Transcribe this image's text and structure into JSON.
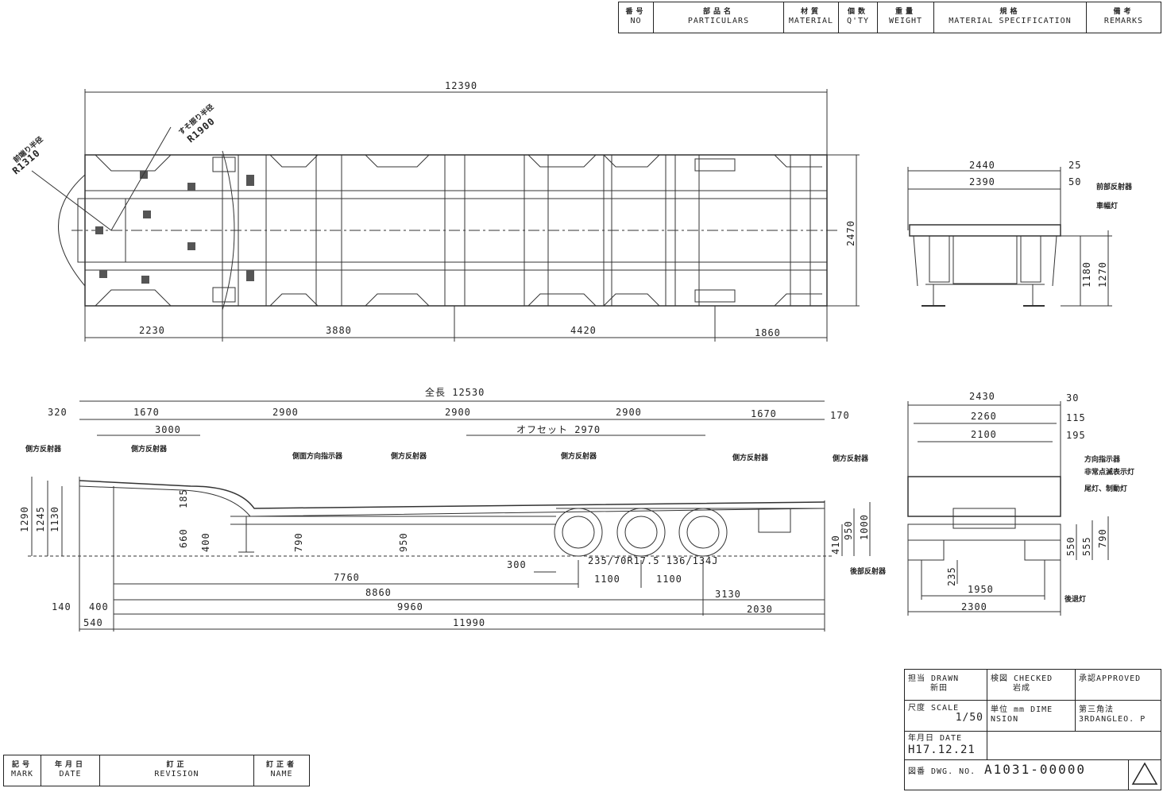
{
  "parts_header": {
    "no": {
      "jp": "番号",
      "en": "NO"
    },
    "particulars": {
      "jp": "部品名",
      "en": "PARTICULARS"
    },
    "material": {
      "jp": "材質",
      "en": "MATERIAL"
    },
    "qty": {
      "jp": "個数",
      "en": "Q'TY"
    },
    "weight": {
      "jp": "重量",
      "en": "WEIGHT"
    },
    "spec": {
      "jp": "規格",
      "en": "MATERIAL SPECIFICATION"
    },
    "remarks": {
      "jp": "備考",
      "en": "REMARKS"
    }
  },
  "top_view": {
    "overall_length": "12390",
    "width": "2470",
    "radius_front_label": "前端り半径",
    "radius_front": "R1310",
    "radius_kingpin_label": "すそ振り半径",
    "radius_kingpin": "R1900",
    "bottom_dims": [
      "2230",
      "3880",
      "4420",
      "1860"
    ]
  },
  "rear_view_top": {
    "w1": "2440",
    "w2": "2390",
    "r1": "25",
    "r2": "50",
    "h1": "1180",
    "h2": "1270",
    "labels": [
      "前部反射器",
      "車幅灯"
    ]
  },
  "side_view": {
    "overall": "全長 12530",
    "top_dims": [
      "320",
      "1670",
      "2900",
      "2900",
      "2900",
      "1670",
      "170"
    ],
    "dim_3000": "3000",
    "offset": "オフセット 2970",
    "labels": [
      "側方反射器",
      "側方反射器",
      "側面方向指示器",
      "側方反射器",
      "側方反射器",
      "側方反射器",
      "側方反射器"
    ],
    "heights_left": [
      "1290",
      "1245",
      "1130"
    ],
    "heights_mid": [
      "185",
      "660",
      "400",
      "790",
      "950"
    ],
    "heights_right": [
      "410",
      "950",
      "1000"
    ],
    "tire": "235/70R17.5 136/134J",
    "bottom": {
      "d300": "300",
      "d1100a": "1100",
      "d1100b": "1100",
      "d7760": "7760",
      "d8860": "8860",
      "d3130": "3130",
      "d140": "140",
      "d400": "400",
      "d9960": "9960",
      "d2030": "2030",
      "d540": "540",
      "d11990": "11990"
    }
  },
  "rear_view_bottom": {
    "w1": "2430",
    "w2": "2260",
    "w3": "2100",
    "r1": "30",
    "r2": "115",
    "r3": "195",
    "h_right": [
      "550",
      "555",
      "790"
    ],
    "h_left": "235",
    "w_bottom1": "1950",
    "w_bottom2": "2300",
    "labels": [
      "方向指示器",
      "非常点滅表示灯",
      "尾灯、制動灯",
      "後部反射器",
      "後退灯"
    ]
  },
  "title_block": {
    "drawn_label": "担当 DRAWN",
    "drawn_name": "新田",
    "checked_label": "検図 CHECKED",
    "checked_name": "岩成",
    "approved_label": "承認APPROVED",
    "scale_label": "尺度 SCALE",
    "scale_value": "1/50",
    "dim_label": "単位 mm DIME NSION",
    "angle_label": "第三角法 3RDANGLEO. P",
    "date_label": "年月日 DATE",
    "date_value": "H17.12.21",
    "dwg_label": "図番 DWG. NO.",
    "dwg_no": "A1031-00000"
  },
  "revision_block": {
    "mark": {
      "jp": "記号",
      "en": "MARK"
    },
    "date": {
      "jp": "年月日",
      "en": "DATE"
    },
    "revision": {
      "jp": "訂正",
      "en": "REVISION"
    },
    "name": {
      "jp": "訂正者",
      "en": "NAME"
    }
  }
}
